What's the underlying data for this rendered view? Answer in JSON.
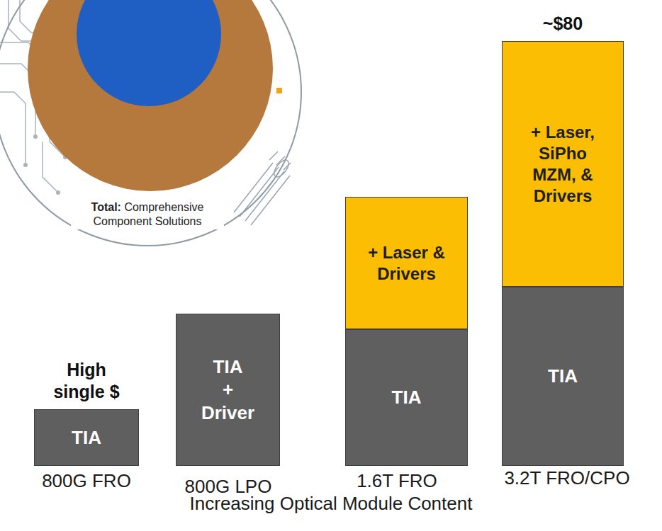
{
  "diagram": {
    "nodes": [
      {
        "text": [
          "Total:",
          "Comprehensive Component Solutions"
        ]
      },
      {
        "text": [
          "High single $",
          "TIA"
        ]
      },
      {
        "text": [
          "TIA + Driver"
        ]
      },
      {
        "text": [
          "+ Laser & Drivers"
        ]
      },
      {
        "text": [
          "TIA"
        ]
      },
      {
        "text": [
          "~$80",
          "+ Laser, SiPho MZM, & Drivers"
        ]
      },
      {
        "text": [
          "TIA"
        ]
      }
    ],
    "labels": [
      "800G FRO",
      "800G LPO",
      "1.6T FRO",
      "3.2T FRO/CPO",
      "Increasing Optical Module Content"
    ]
  }
}
